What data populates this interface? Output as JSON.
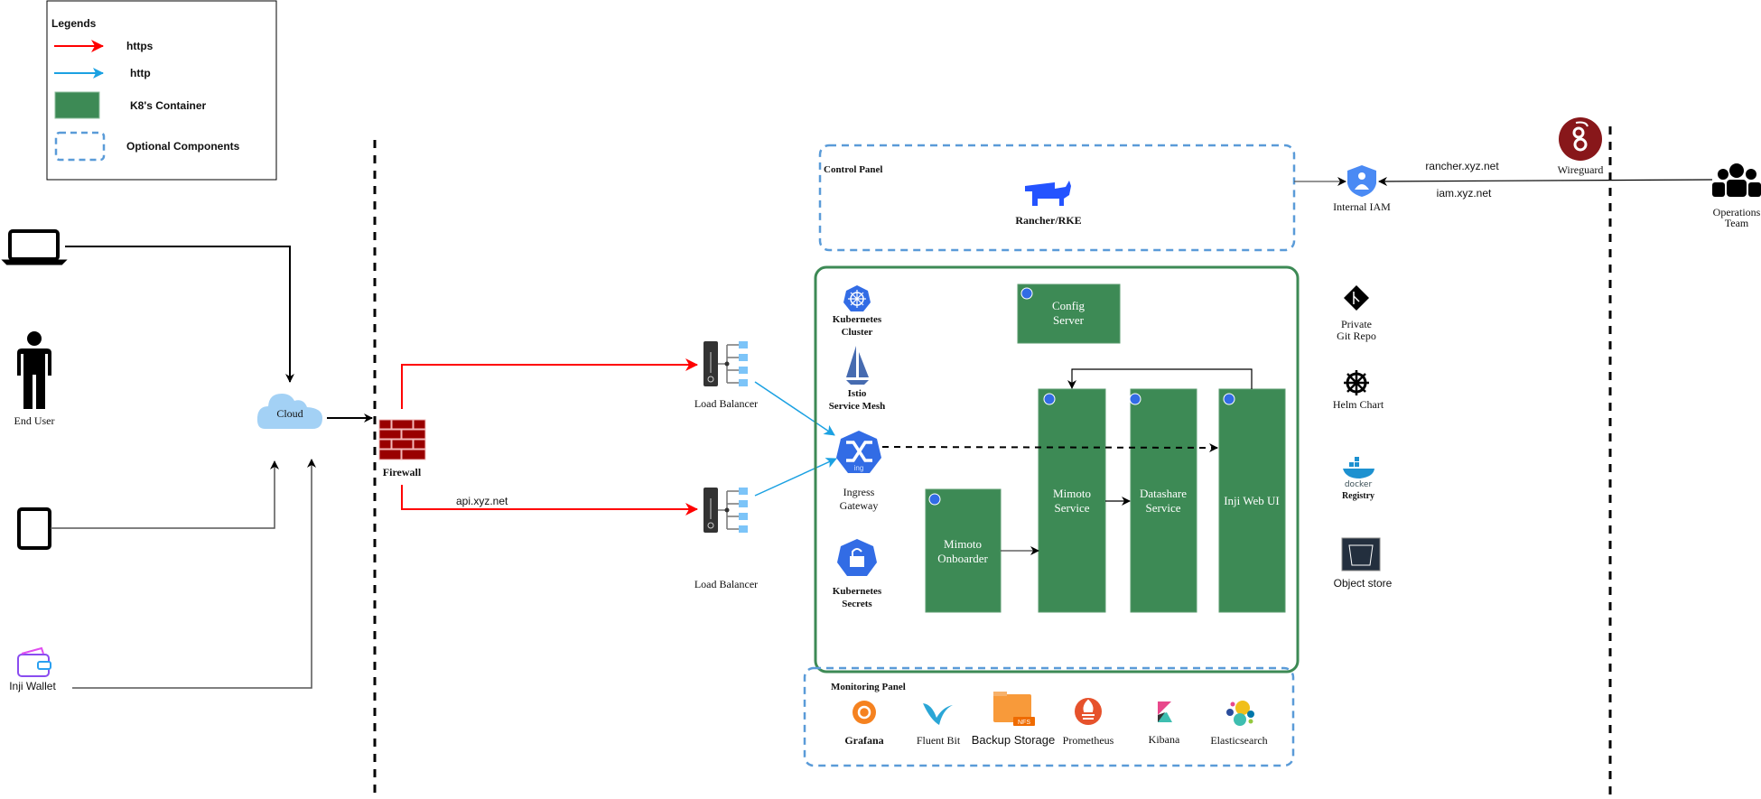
{
  "colors": {
    "https": "#ff0000",
    "http": "#1ba1e2",
    "container": "#3d8a55",
    "optional": "#5a9bd8",
    "firewall": "#990000",
    "k8s_blue": "#326ce5"
  },
  "legend": {
    "title": "Legends",
    "items": [
      {
        "label": "https",
        "icon": "red-arrow"
      },
      {
        "label": "http",
        "icon": "blue-arrow"
      },
      {
        "label": "K8's Container",
        "icon": "green-box"
      },
      {
        "label": "Optional Components",
        "icon": "dashed-box"
      }
    ]
  },
  "clients": {
    "end_user": "End User",
    "inji_wallet": "Inji Wallet",
    "cloud": "Cloud"
  },
  "edge": {
    "firewall": "Firewall",
    "api_domain": "api.xyz.net",
    "load_balancer_1": "Load Balancer",
    "load_balancer_2": "Load Balancer"
  },
  "control_panel": {
    "title": "Control Panel",
    "rancher": "Rancher/RKE"
  },
  "cluster": {
    "kubernetes": [
      "Kubernetes",
      "Cluster"
    ],
    "istio": [
      "Istio",
      "Service Mesh"
    ],
    "ingress": [
      "Ingress",
      "Gateway"
    ],
    "ingress_badge": "ing",
    "secrets": [
      "Kubernetes",
      "Secrets"
    ],
    "config_server": [
      "Config",
      "Server"
    ],
    "mimoto_service": [
      "Mimoto",
      "Service"
    ],
    "datashare_service": [
      "Datashare",
      "Service"
    ],
    "inji_web_ui": "Inji Web UI",
    "mimoto_onboarder": [
      "Mimoto",
      "Onboarder"
    ]
  },
  "monitoring": {
    "title": "Monitoring Panel",
    "tools": [
      "Grafana",
      "Fluent Bit",
      "Backup Storage",
      "Prometheus",
      "Kibana",
      "Elasticsearch"
    ],
    "nfs_badge": "NFS"
  },
  "tools": {
    "git": [
      "Private",
      "Git Repo"
    ],
    "helm": "Helm Chart",
    "docker_word": "docker",
    "registry": "Registry",
    "object_store": "Object store"
  },
  "access": {
    "iam": "Internal IAM",
    "rancher_domain": "rancher.xyz.net",
    "iam_domain": "iam.xyz.net",
    "wireguard": "Wireguard",
    "operations": [
      "Operations",
      "Team"
    ]
  }
}
